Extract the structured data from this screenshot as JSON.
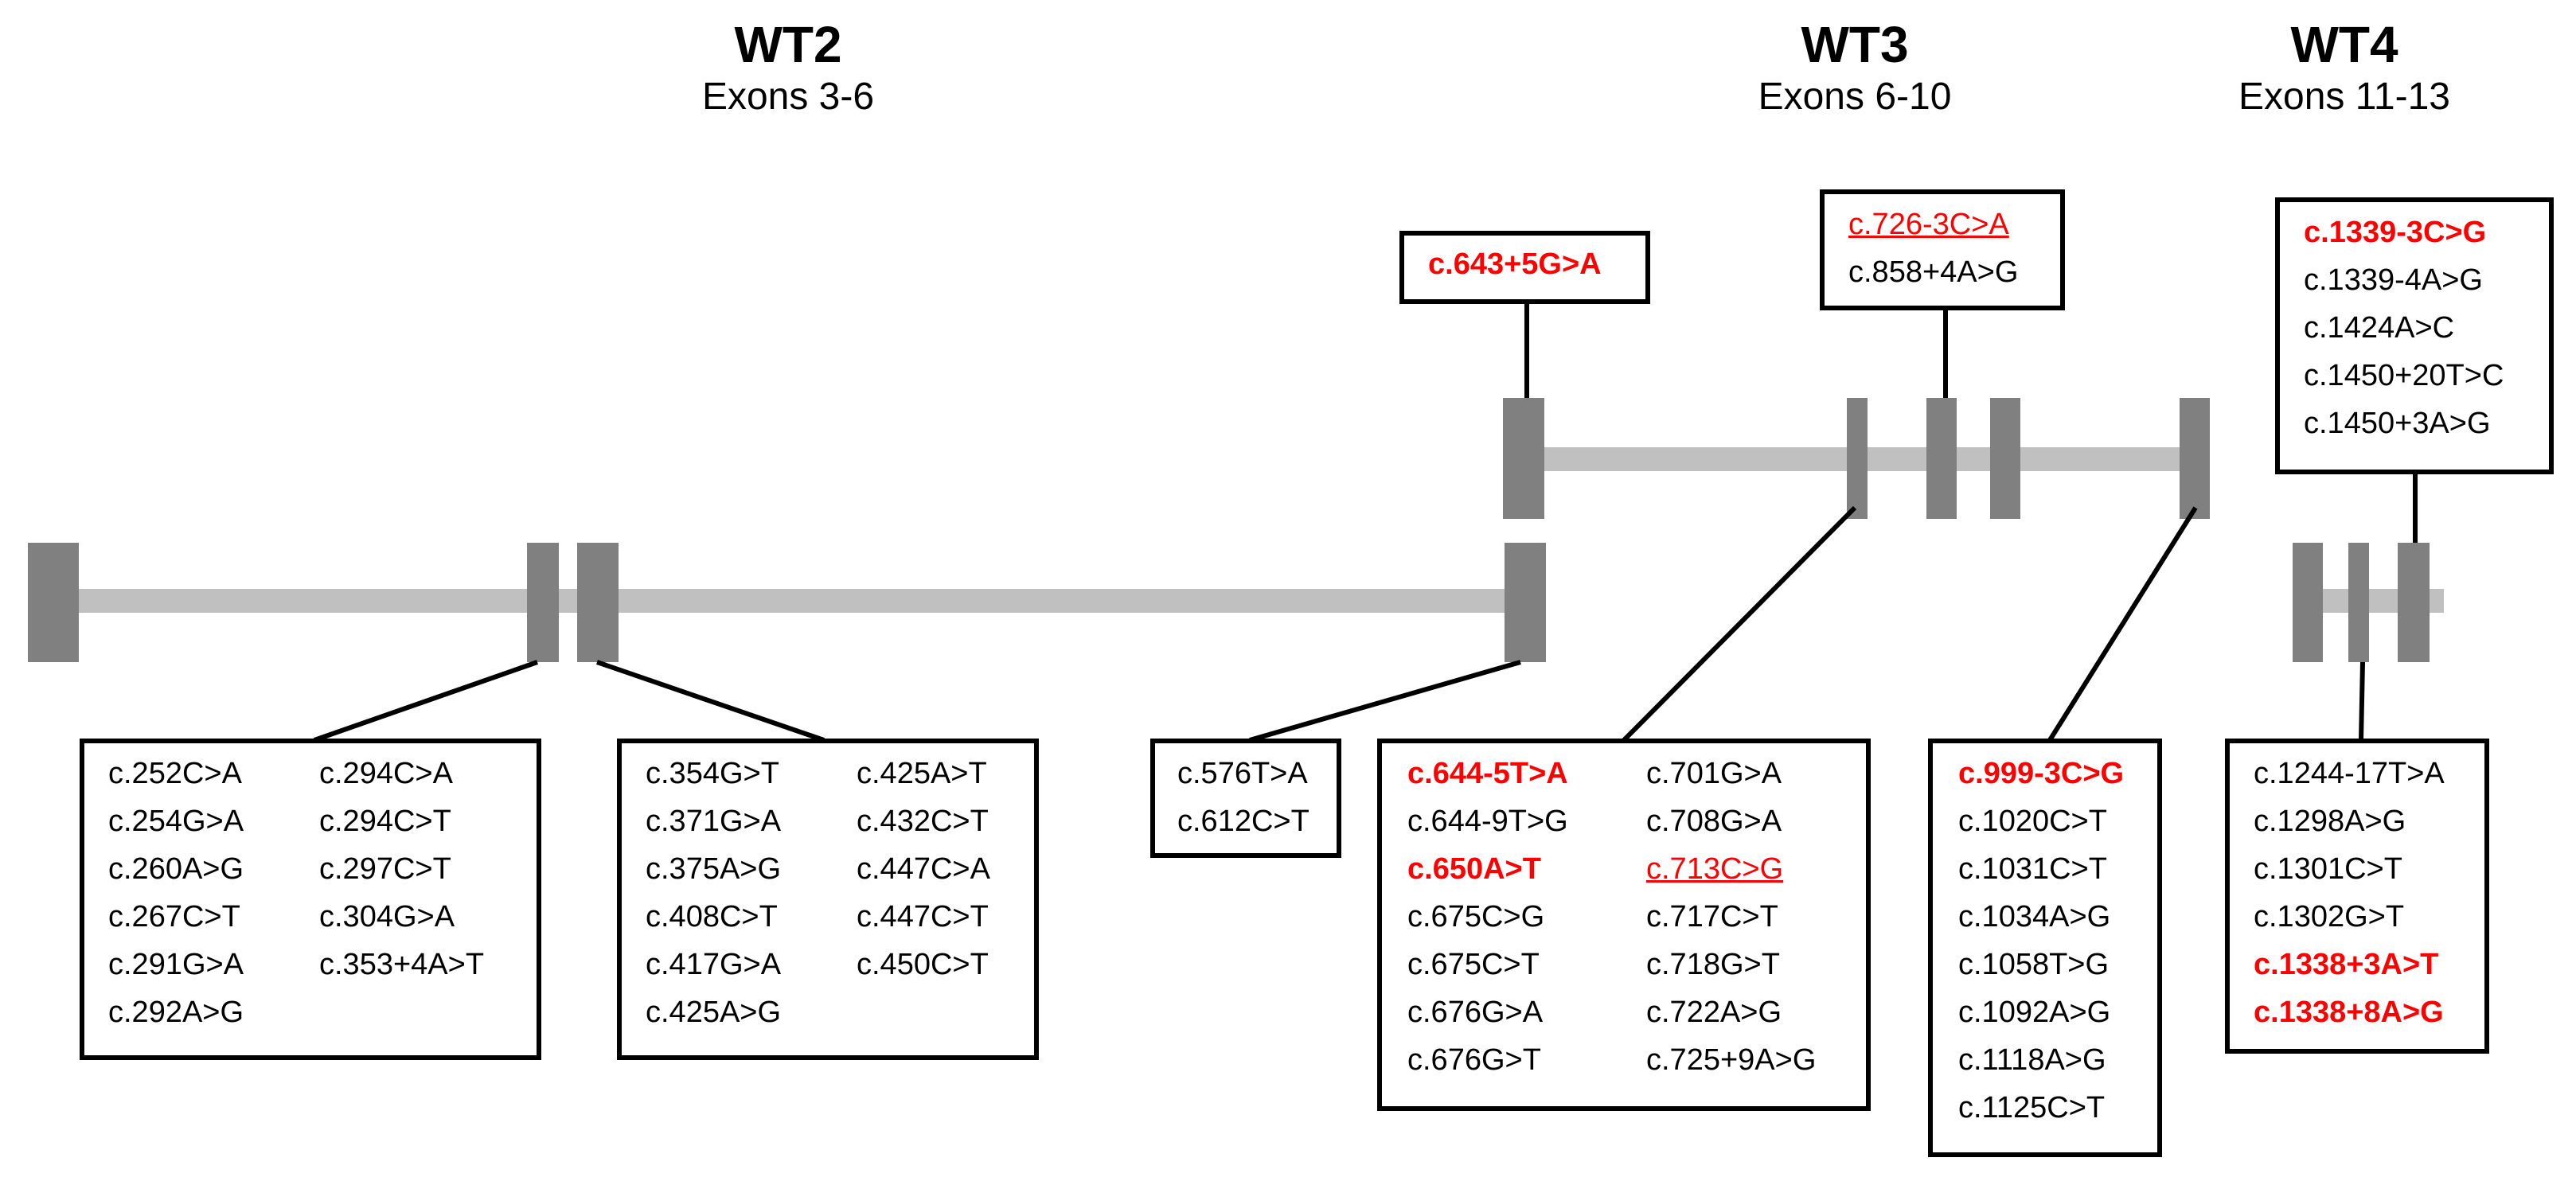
{
  "colors": {
    "exon": "#808080",
    "intron": "#c0c0c0",
    "highlight": "#ff0000",
    "text": "#000000"
  },
  "regions": [
    {
      "id": "wt2",
      "title": "WT2",
      "subtitle": "Exons 3-6"
    },
    {
      "id": "wt3",
      "title": "WT3",
      "subtitle": "Exons 6-10"
    },
    {
      "id": "wt4",
      "title": "WT4",
      "subtitle": "Exons 11-13"
    }
  ],
  "variant_boxes": [
    {
      "id": "box-wt2-a",
      "columns": [
        [
          {
            "text": "c.252C>A"
          },
          {
            "text": "c.254G>A"
          },
          {
            "text": "c.260A>G"
          },
          {
            "text": "c.267C>T"
          },
          {
            "text": "c.291G>A"
          },
          {
            "text": "c.292A>G"
          }
        ],
        [
          {
            "text": "c.294C>A"
          },
          {
            "text": "c.294C>T"
          },
          {
            "text": "c.297C>T"
          },
          {
            "text": "c.304G>A"
          },
          {
            "text": "c.353+4A>T"
          }
        ]
      ]
    },
    {
      "id": "box-wt2-b",
      "columns": [
        [
          {
            "text": "c.354G>T"
          },
          {
            "text": "c.371G>A"
          },
          {
            "text": "c.375A>G"
          },
          {
            "text": "c.408C>T"
          },
          {
            "text": "c.417G>A"
          },
          {
            "text": "c.425A>G"
          }
        ],
        [
          {
            "text": "c.425A>T"
          },
          {
            "text": "c.432C>T"
          },
          {
            "text": "c.447C>A"
          },
          {
            "text": "c.447C>T"
          },
          {
            "text": "c.450C>T"
          }
        ]
      ]
    },
    {
      "id": "box-wt2-c",
      "columns": [
        [
          {
            "text": "c.576T>A"
          },
          {
            "text": "c.612C>T"
          }
        ]
      ]
    },
    {
      "id": "box-wt3-top-left",
      "columns": [
        [
          {
            "text": "c.643+5G>A",
            "style": "red-bold"
          }
        ]
      ]
    },
    {
      "id": "box-wt3-top-right",
      "columns": [
        [
          {
            "text": "c.726-3C>A",
            "style": "red-underline"
          },
          {
            "text": "c.858+4A>G"
          }
        ]
      ]
    },
    {
      "id": "box-wt3-bottom",
      "columns": [
        [
          {
            "text": "c.644-5T>A",
            "style": "red-bold"
          },
          {
            "text": "c.644-9T>G"
          },
          {
            "text": "c.650A>T",
            "style": "red-bold"
          },
          {
            "text": "c.675C>G"
          },
          {
            "text": "c.675C>T"
          },
          {
            "text": "c.676G>A"
          },
          {
            "text": "c.676G>T"
          }
        ],
        [
          {
            "text": "c.701G>A"
          },
          {
            "text": "c.708G>A"
          },
          {
            "text": "c.713C>G",
            "style": "red-underline"
          },
          {
            "text": "c.717C>T"
          },
          {
            "text": "c.718G>T"
          },
          {
            "text": "c.722A>G"
          },
          {
            "text": "c.725+9A>G"
          }
        ]
      ]
    },
    {
      "id": "box-wt3-right",
      "columns": [
        [
          {
            "text": "c.999-3C>G",
            "style": "red-bold"
          },
          {
            "text": "c.1020C>T"
          },
          {
            "text": "c.1031C>T"
          },
          {
            "text": "c.1034A>G"
          },
          {
            "text": "c.1058T>G"
          },
          {
            "text": "c.1092A>G"
          },
          {
            "text": "c.1118A>G"
          },
          {
            "text": "c.1125C>T"
          }
        ]
      ]
    },
    {
      "id": "box-wt4-top",
      "columns": [
        [
          {
            "text": "c.1339-3C>G",
            "style": "red-bold"
          },
          {
            "text": "c.1339-4A>G"
          },
          {
            "text": "c.1424A>C"
          },
          {
            "text": "c.1450+20T>C"
          },
          {
            "text": "c.1450+3A>G"
          }
        ]
      ]
    },
    {
      "id": "box-wt4-bottom",
      "columns": [
        [
          {
            "text": "c.1244-17T>A"
          },
          {
            "text": "c.1298A>G"
          },
          {
            "text": "c.1301C>T"
          },
          {
            "text": "c.1302G>T"
          },
          {
            "text": "c.1338+3A>T",
            "style": "red-bold"
          },
          {
            "text": "c.1338+8A>G",
            "style": "red-bold"
          }
        ]
      ]
    }
  ]
}
